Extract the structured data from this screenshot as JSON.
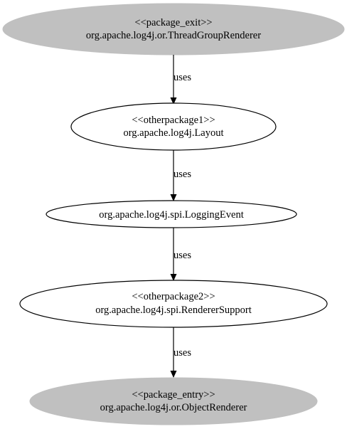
{
  "colors": {
    "package_fill": "#c0c0c0",
    "plain_fill": "#ffffff",
    "stroke": "#000000"
  },
  "nodes": [
    {
      "stereotype": "<<package_exit>>",
      "name": "org.apache.log4j.or.ThreadGroupRenderer"
    },
    {
      "stereotype": "<<otherpackage1>>",
      "name": "org.apache.log4j.Layout"
    },
    {
      "name": "org.apache.log4j.spi.LoggingEvent"
    },
    {
      "stereotype": "<<otherpackage2>>",
      "name": "org.apache.log4j.spi.RendererSupport"
    },
    {
      "stereotype": "<<package_entry>>",
      "name": "org.apache.log4j.or.ObjectRenderer"
    }
  ],
  "edges": [
    {
      "label": "uses"
    },
    {
      "label": "uses"
    },
    {
      "label": "uses"
    },
    {
      "label": "uses"
    }
  ]
}
